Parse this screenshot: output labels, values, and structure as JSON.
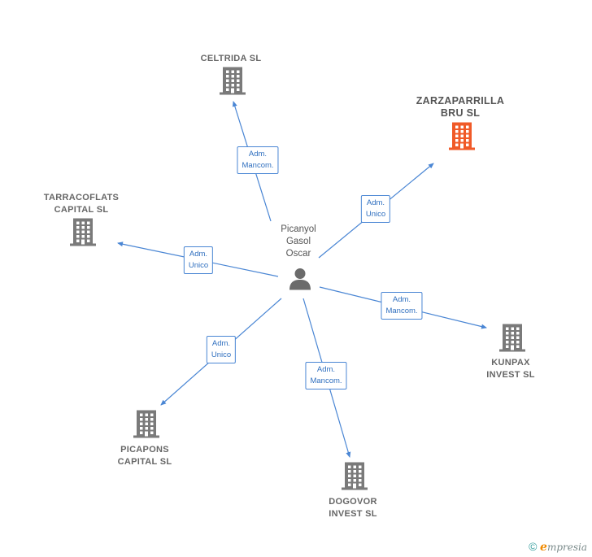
{
  "center": {
    "name_lines": [
      "Picanyol",
      "Gasol",
      "Oscar"
    ],
    "icon": "person-icon"
  },
  "companies": [
    {
      "id": "celtrida",
      "lines": [
        "CELTRIDA SL"
      ],
      "role_lines": [
        "Adm.",
        "Mancom."
      ],
      "highlight": false
    },
    {
      "id": "zarzaparrilla",
      "lines": [
        "ZARZAPARRILLA",
        "BRU  SL"
      ],
      "role_lines": [
        "Adm.",
        "Unico"
      ],
      "highlight": true
    },
    {
      "id": "tarracoflats",
      "lines": [
        "TARRACOFLATS",
        "CAPITAL  SL"
      ],
      "role_lines": [
        "Adm.",
        "Unico"
      ],
      "highlight": false
    },
    {
      "id": "kunpax",
      "lines": [
        "KUNPAX",
        "INVEST  SL"
      ],
      "role_lines": [
        "Adm.",
        "Mancom."
      ],
      "highlight": false
    },
    {
      "id": "picapons",
      "lines": [
        "PICAPONS",
        "CAPITAL  SL"
      ],
      "role_lines": [
        "Adm.",
        "Unico"
      ],
      "highlight": false
    },
    {
      "id": "dogovor",
      "lines": [
        "DOGOVOR",
        "INVEST  SL"
      ],
      "role_lines": [
        "Adm.",
        "Mancom."
      ],
      "highlight": false
    }
  ],
  "colors": {
    "edge": "#4a86d4",
    "building": "#7a7a7a",
    "building_highlight": "#f05a28",
    "person": "#6b6b6b"
  },
  "footer": {
    "copyright_symbol": "©",
    "brand_initial": "e",
    "brand_rest": "mpresia"
  }
}
